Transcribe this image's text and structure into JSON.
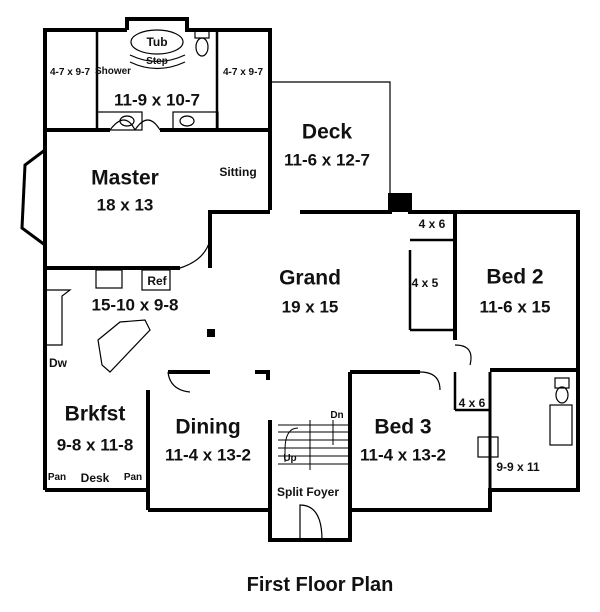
{
  "title": "First Floor Plan",
  "rooms": {
    "tub": "Tub",
    "step": "Step",
    "shower": "Shower",
    "closet_left": "4-7 x 9-7",
    "closet_right": "4-7 x 9-7",
    "master_bath": "11-9 x 10-7",
    "deck_name": "Deck",
    "deck_size": "11-6 x 12-7",
    "master_name": "Master",
    "master_size": "18 x 13",
    "sitting": "Sitting",
    "closet_4x6_top": "4 x 6",
    "closet_4x5": "4 x 5",
    "grand_name": "Grand",
    "grand_size": "19 x 15",
    "bed2_name": "Bed 2",
    "bed2_size": "11-6 x 15",
    "ref": "Ref",
    "kitchen_size": "15-10 x 9-8",
    "dw": "Dw",
    "brkfst_name": "Brkfst",
    "brkfst_size": "9-8 x 11-8",
    "pan_left": "Pan",
    "desk": "Desk",
    "pan_right": "Pan",
    "dining_name": "Dining",
    "dining_size": "11-4 x 13-2",
    "dn": "Dn",
    "up": "Up",
    "split_foyer": "Split Foyer",
    "bed3_name": "Bed 3",
    "bed3_size": "11-4 x 13-2",
    "closet_4x6_bottom": "4 x 6",
    "bath_size": "9-9 x 11"
  }
}
